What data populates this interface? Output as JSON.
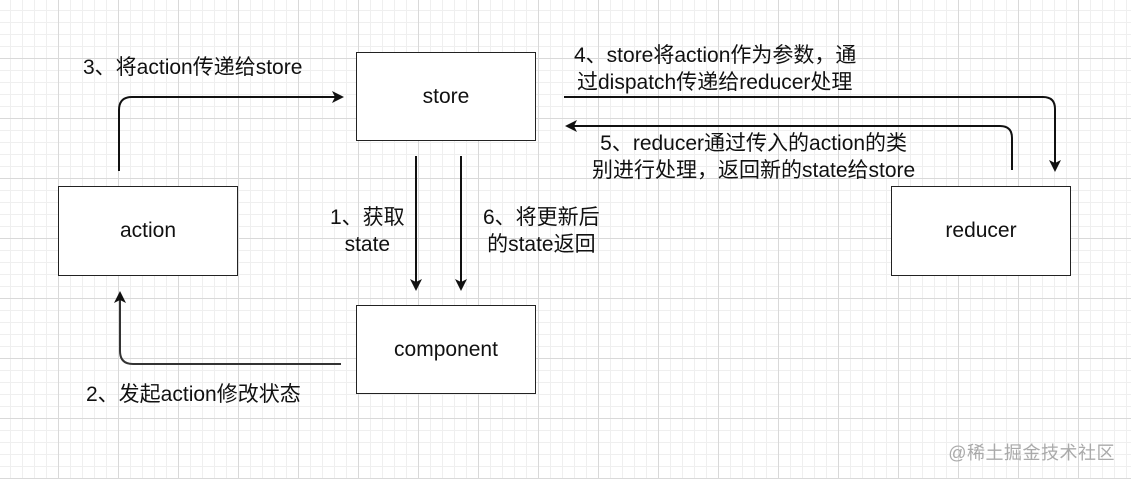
{
  "diagram": {
    "title": "Redux data flow",
    "nodes": {
      "store": "store",
      "action": "action",
      "reducer": "reducer",
      "component": "component"
    },
    "edges": [
      {
        "id": "get-state",
        "from": "store",
        "to": "component",
        "label": [
          "1、获取",
          "state"
        ]
      },
      {
        "id": "dispatch-action",
        "from": "component",
        "to": "action",
        "label": [
          "2、发起action修改状态"
        ]
      },
      {
        "id": "action-to-store",
        "from": "action",
        "to": "store",
        "label": [
          "3、将action传递给store"
        ]
      },
      {
        "id": "store-to-reducer",
        "from": "store",
        "to": "reducer",
        "label": [
          "4、store将action作为参数，通",
          "过dispatch传递给reducer处理"
        ]
      },
      {
        "id": "reducer-to-store",
        "from": "reducer",
        "to": "store",
        "label": [
          "5、reducer通过传入的action的类",
          "别进行处理，返回新的state给store"
        ]
      },
      {
        "id": "return-state",
        "from": "store",
        "to": "component",
        "label": [
          "6、将更新后",
          "的state返回"
        ]
      }
    ],
    "colors": {
      "stroke": "#222222",
      "text": "#111111",
      "watermark": "#aaaaaa"
    }
  },
  "watermark": "@稀土掘金技术社区"
}
